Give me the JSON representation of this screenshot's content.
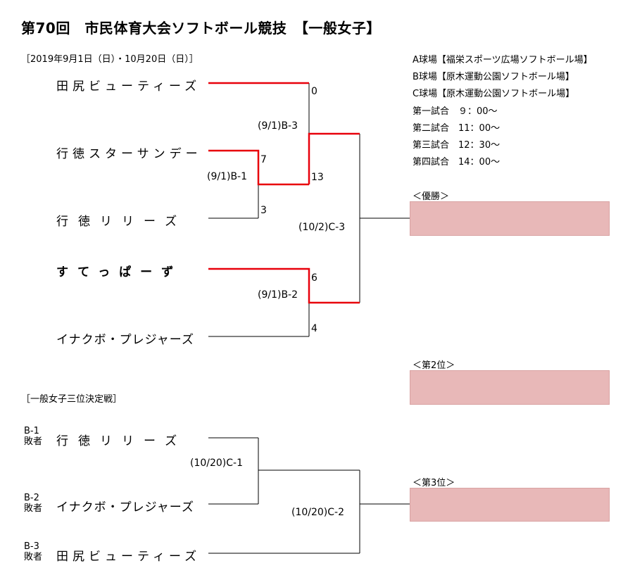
{
  "header": {
    "title": "第70回　市民体育大会ソフトボール競技　【一般女子】",
    "dates": "［2019年9月1日（日）・10月20日（日）］"
  },
  "venues": [
    "A球場【福栄スポーツ広場ソフトボール場】",
    "B球場【原木運動公園ソフトボール場】",
    "C球場【原木運動公園ソフトボール場】"
  ],
  "schedule": [
    "第一試合　９：00～",
    "第二試合　11：00～",
    "第三試合　12：30～",
    "第四試合　14：00～"
  ],
  "bracket": {
    "teams": [
      "田尻ビューティーズ",
      "行徳スターサンデー",
      "行徳リリーズ",
      "すてっぱーず",
      "イナクボ・プレジャーズ"
    ],
    "matches": {
      "b1": "(9/1)B-1",
      "b2": "(9/1)B-2",
      "b3": "(9/1)B-3",
      "c3": "(10/2)C-3"
    },
    "scores": {
      "b1_top": "7",
      "b1_bottom": "3",
      "b2_top": "6",
      "b2_bottom": "4",
      "b3_top": "0",
      "b3_bottom": "13"
    },
    "win_color": "#e8000b"
  },
  "prizes": {
    "champion": "＜優勝＞",
    "second": "＜第2位＞",
    "third": "＜第3位＞",
    "box_color": "#e8b8b8"
  },
  "third_place": {
    "heading": "［一般女子三位決定戦］",
    "entries": [
      {
        "code": "B-1",
        "label": "敗者",
        "team": "行徳リリーズ"
      },
      {
        "code": "B-2",
        "label": "敗者",
        "team": "イナクボ・プレジャーズ"
      },
      {
        "code": "B-3",
        "label": "敗者",
        "team": "田尻ビューティーズ"
      }
    ],
    "matches": {
      "c1": "(10/20)C-1",
      "c2": "(10/20)C-2"
    }
  }
}
